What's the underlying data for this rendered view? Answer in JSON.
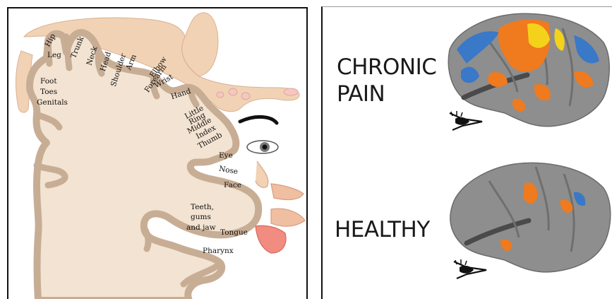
{
  "homunculus": {
    "labels": {
      "hip": "Hip",
      "leg": "Leg",
      "trunk": "Trunk",
      "neck": "Neck",
      "head": "Head",
      "shoulder": "Shoulder",
      "arm": "Arm",
      "elbow": "Elbow",
      "forearm": "Forearm",
      "wrist": "Wrist",
      "hand": "Hand",
      "little": "Little",
      "ring": "Ring",
      "middle": "Middle",
      "index": "Index",
      "thumb": "Thumb",
      "foot": "Foot",
      "toes": "Toes",
      "genitals": "Genitals",
      "eye": "Eye",
      "nose": "Nose",
      "face": "Face",
      "teeth_line1": "Teeth,",
      "teeth_line2": "gums",
      "teeth_line3": "and jaw",
      "tongue": "Tongue",
      "pharynx": "Pharynx"
    }
  },
  "comparison": {
    "chronic_line1": "CHRONIC",
    "chronic_line2": "PAIN",
    "healthy": "HEALTHY"
  },
  "colors": {
    "cortex_fill": "#f3e3d2",
    "cortex_border": "#c8ad95",
    "skin": "#f2d2b5",
    "brain_gray": "#8e8e8e",
    "activation_orange": "#f07a1e",
    "activation_yellow": "#f4d21a",
    "deactivation_blue": "#3a78c8"
  }
}
